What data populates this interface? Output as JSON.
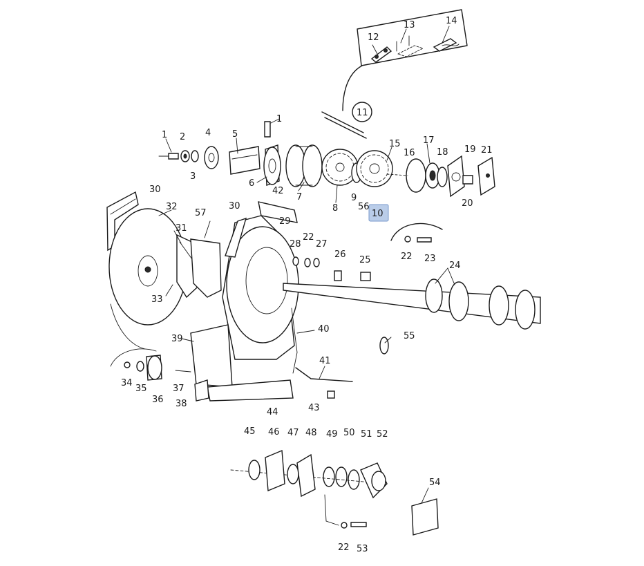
{
  "diagram": {
    "callouts": [
      {
        "id": "1a",
        "text": "1"
      },
      {
        "id": "1b",
        "text": "1"
      },
      {
        "id": "2",
        "text": "2"
      },
      {
        "id": "3",
        "text": "3"
      },
      {
        "id": "4",
        "text": "4"
      },
      {
        "id": "5",
        "text": "5"
      },
      {
        "id": "6",
        "text": "6"
      },
      {
        "id": "7",
        "text": "7"
      },
      {
        "id": "8",
        "text": "8"
      },
      {
        "id": "9",
        "text": "9"
      },
      {
        "id": "10",
        "text": "10"
      },
      {
        "id": "11",
        "text": "11"
      },
      {
        "id": "12",
        "text": "12"
      },
      {
        "id": "13",
        "text": "13"
      },
      {
        "id": "14",
        "text": "14"
      },
      {
        "id": "15",
        "text": "15"
      },
      {
        "id": "16",
        "text": "16"
      },
      {
        "id": "17",
        "text": "17"
      },
      {
        "id": "18",
        "text": "18"
      },
      {
        "id": "19",
        "text": "19"
      },
      {
        "id": "20",
        "text": "20"
      },
      {
        "id": "21",
        "text": "21"
      },
      {
        "id": "22a",
        "text": "22"
      },
      {
        "id": "22b",
        "text": "22"
      },
      {
        "id": "22c",
        "text": "22"
      },
      {
        "id": "23",
        "text": "23"
      },
      {
        "id": "24",
        "text": "24"
      },
      {
        "id": "25",
        "text": "25"
      },
      {
        "id": "26",
        "text": "26"
      },
      {
        "id": "27",
        "text": "27"
      },
      {
        "id": "28",
        "text": "28"
      },
      {
        "id": "29",
        "text": "29"
      },
      {
        "id": "30a",
        "text": "30"
      },
      {
        "id": "30b",
        "text": "30"
      },
      {
        "id": "31",
        "text": "31"
      },
      {
        "id": "32",
        "text": "32"
      },
      {
        "id": "33",
        "text": "33"
      },
      {
        "id": "34",
        "text": "34"
      },
      {
        "id": "35",
        "text": "35"
      },
      {
        "id": "36",
        "text": "36"
      },
      {
        "id": "37",
        "text": "37"
      },
      {
        "id": "38",
        "text": "38"
      },
      {
        "id": "39",
        "text": "39"
      },
      {
        "id": "40",
        "text": "40"
      },
      {
        "id": "41",
        "text": "41"
      },
      {
        "id": "42",
        "text": "42"
      },
      {
        "id": "43",
        "text": "43"
      },
      {
        "id": "44",
        "text": "44"
      },
      {
        "id": "45",
        "text": "45"
      },
      {
        "id": "46",
        "text": "46"
      },
      {
        "id": "47",
        "text": "47"
      },
      {
        "id": "48",
        "text": "48"
      },
      {
        "id": "49",
        "text": "49"
      },
      {
        "id": "50",
        "text": "50"
      },
      {
        "id": "51",
        "text": "51"
      },
      {
        "id": "52",
        "text": "52"
      },
      {
        "id": "53",
        "text": "53"
      },
      {
        "id": "54",
        "text": "54"
      },
      {
        "id": "55",
        "text": "55"
      },
      {
        "id": "56",
        "text": "56"
      },
      {
        "id": "57",
        "text": "57"
      }
    ],
    "selected_callout": "10",
    "highlight_color": "#9db8e0"
  }
}
